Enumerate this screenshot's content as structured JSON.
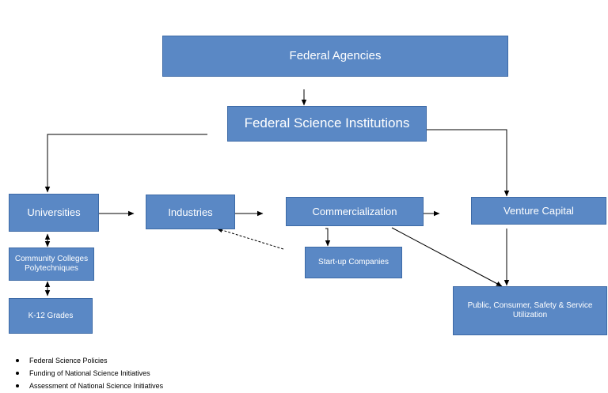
{
  "diagram": {
    "boxes": {
      "federal_agencies": "Federal Agencies",
      "federal_science_institutions": "Federal Science Institutions",
      "universities": "Universities",
      "industries": "Industries",
      "commercialization": "Commercialization",
      "venture_capital": "Venture Capital",
      "community_colleges_line1": "Community Colleges",
      "community_colleges_line2": "Polytechniques",
      "startup_companies": "Start-up Companies",
      "k12_grades": "K-12 Grades",
      "public_utilization_line1": "Public, Consumer, Safety & Service",
      "public_utilization_line2": "Utilization"
    },
    "policy_list": [
      "Federal Science Policies",
      "Funding of National Science Initiatives",
      "Assessment of National Science Initiatives"
    ],
    "colors": {
      "box_fill": "#5a88c5",
      "box_border": "#3d6aa6",
      "box_text": "#ffffff",
      "connector": "#000000"
    }
  }
}
